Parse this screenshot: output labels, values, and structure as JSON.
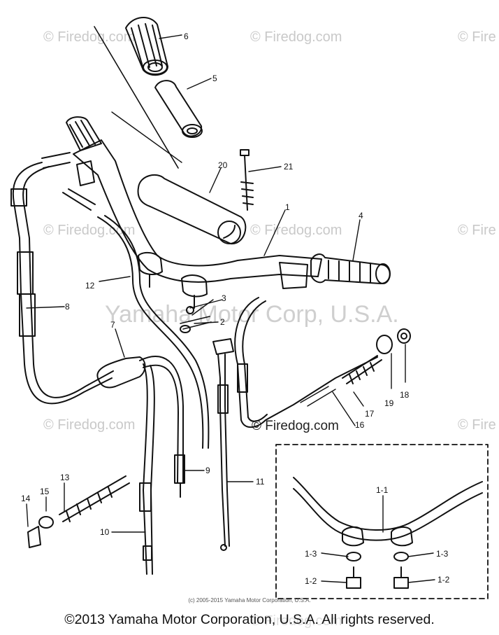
{
  "watermarks": {
    "site": "© Firedog.com",
    "site_short": "© Fire",
    "brand": "Yamaha Motor Corp, U.S.A."
  },
  "part_labels": {
    "p1": "1",
    "p2": "2",
    "p3": "3",
    "p4": "4",
    "p5": "5",
    "p6": "6",
    "p7": "7",
    "p8": "8",
    "p9": "9",
    "p10": "10",
    "p11": "11",
    "p12": "12",
    "p13": "13",
    "p14": "14",
    "p15": "15",
    "p16": "16",
    "p17": "17",
    "p18": "18",
    "p19": "19",
    "p20": "20",
    "p21": "21",
    "p1_1": "1-1",
    "p1_2a": "1-2",
    "p1_2b": "1-2",
    "p1_3a": "1-3",
    "p1_3b": "1-3"
  },
  "footer": {
    "small": "(c) 2005-2015 Yamaha Motor Corporation, U.S.A.",
    "main": "©2013 Yamaha Motor Corporation, U.S.A. All rights reserved."
  }
}
